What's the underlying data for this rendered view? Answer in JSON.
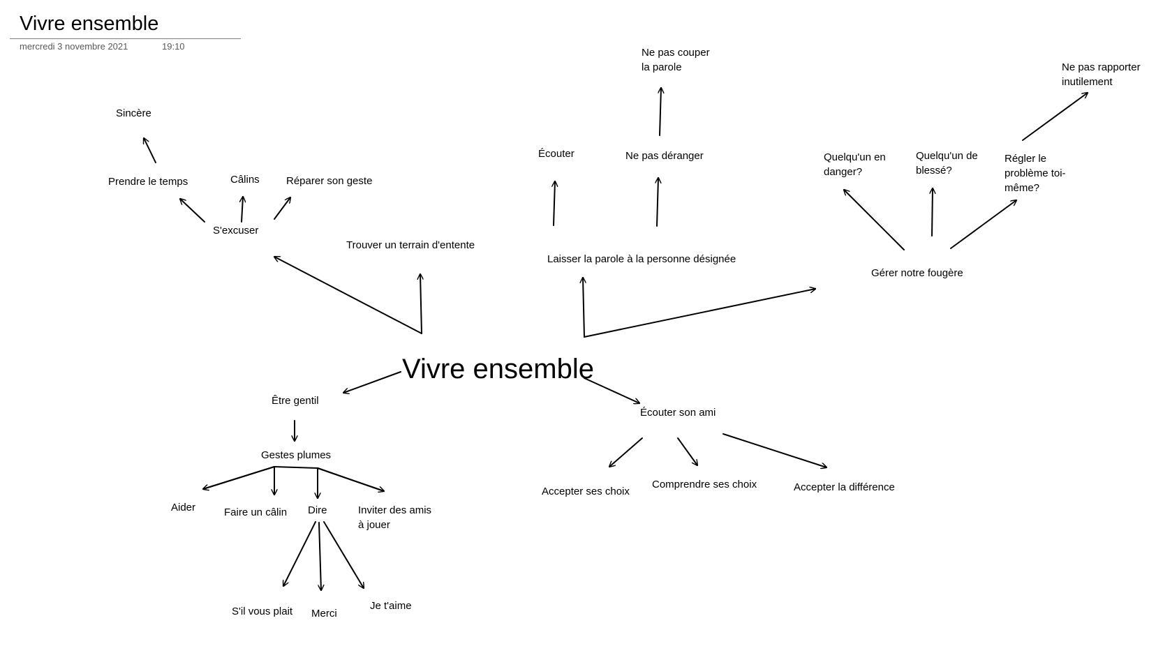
{
  "page": {
    "title": "Vivre ensemble",
    "date": "mercredi 3 novembre 2021",
    "time": "19:10"
  },
  "map": {
    "center": "Vivre ensemble",
    "nodes": {
      "trouver_terrain": "Trouver un terrain d'entente",
      "s_excuser": "S'excuser",
      "prendre_temps": "Prendre le temps",
      "sincere": "Sincère",
      "calins": "Câlins",
      "reparer": "Réparer son geste",
      "laisser_parole": "Laisser la parole à la personne désignée",
      "ecouter": "Écouter",
      "ne_pas_deranger": "Ne pas déranger",
      "ne_pas_couper": "Ne pas couper\nla parole",
      "gerer_fougere": "Gérer notre fougère",
      "quelquun_danger": "Quelqu'un en\ndanger?",
      "quelquun_blesse": "Quelqu'un de\nblessé?",
      "regler_probleme": "Régler le\nproblème toi-\nmême?",
      "ne_pas_rapporter": "Ne pas rapporter\ninutilement",
      "etre_gentil": "Être gentil",
      "gestes_plumes": "Gestes plumes",
      "aider": "Aider",
      "faire_calin": "Faire un câlin",
      "dire": "Dire",
      "inviter": "Inviter des amis\nà jouer",
      "sil_vous_plait": "S'il vous plait",
      "merci": "Merci",
      "je_taime": "Je t'aime",
      "ecouter_ami": "Écouter son ami",
      "accepter_choix": "Accepter ses choix",
      "comprendre_choix": "Comprendre ses choix",
      "accepter_difference": "Accepter la différence"
    }
  }
}
